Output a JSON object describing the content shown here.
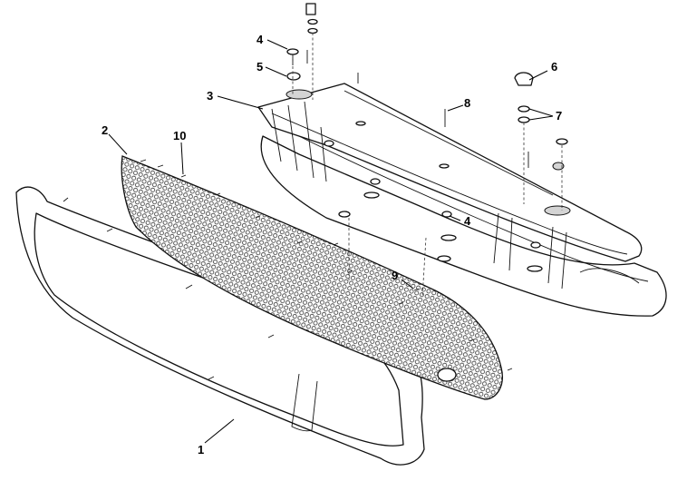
{
  "callouts": [
    {
      "id": "c1",
      "label": "1"
    },
    {
      "id": "c2",
      "label": "2"
    },
    {
      "id": "c3",
      "label": "3"
    },
    {
      "id": "c4a",
      "label": "4"
    },
    {
      "id": "c4b",
      "label": "4"
    },
    {
      "id": "c5",
      "label": "5"
    },
    {
      "id": "c6",
      "label": "6"
    },
    {
      "id": "c7",
      "label": "7"
    },
    {
      "id": "c8",
      "label": "8"
    },
    {
      "id": "c9",
      "label": "9"
    },
    {
      "id": "c10",
      "label": "10"
    }
  ],
  "colors": {
    "line": "#111111",
    "background": "#ffffff",
    "shade": "#d4d4d4"
  }
}
